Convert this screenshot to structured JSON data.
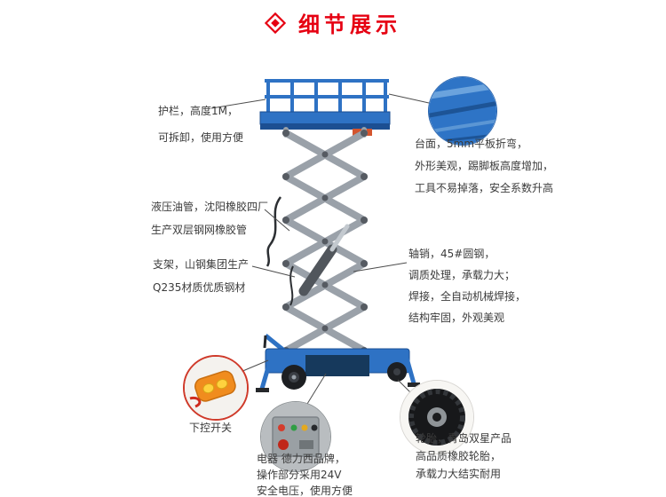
{
  "page": {
    "title": "细节展示"
  },
  "annotations": {
    "guardrail": "护栏，高度1M，\n可拆卸，使用方便",
    "platform_top": "台面，5mm平板折弯，\n外形美观，踢脚板高度增加，\n工具不易掉落，安全系数升高",
    "hydraulic_hose": "液压油管，沈阳橡胶四厂\n生产双层钢网橡胶管",
    "frame": "支架，山钢集团生产\nQ235材质优质钢材",
    "axle_weld": "轴销，45#圆钢，\n调质处理，承载力大；\n焊接，全自动机械焊接，\n结构牢固，外观美观",
    "lower_control": "下控开关",
    "electrical": "电器 德力西品牌，\n操作部分采用24V\n安全电压，使用方便",
    "tire": "轮胎，青岛双星产品\n高品质橡胶轮胎，\n承载力大结实耐用"
  },
  "icons": {
    "title_icon": "red-diamond-icon",
    "photo_platform": "platform-closeup-photo",
    "photo_remote": "remote-control-closeup-photo",
    "photo_panel": "electric-control-panel-closeup-photo",
    "photo_tire": "tire-closeup-photo"
  },
  "colors": {
    "accent_red": "#e60012",
    "lift_blue": "#2e72c4",
    "scissor_gray": "#9aa1a9",
    "text": "#3b3b3b"
  }
}
